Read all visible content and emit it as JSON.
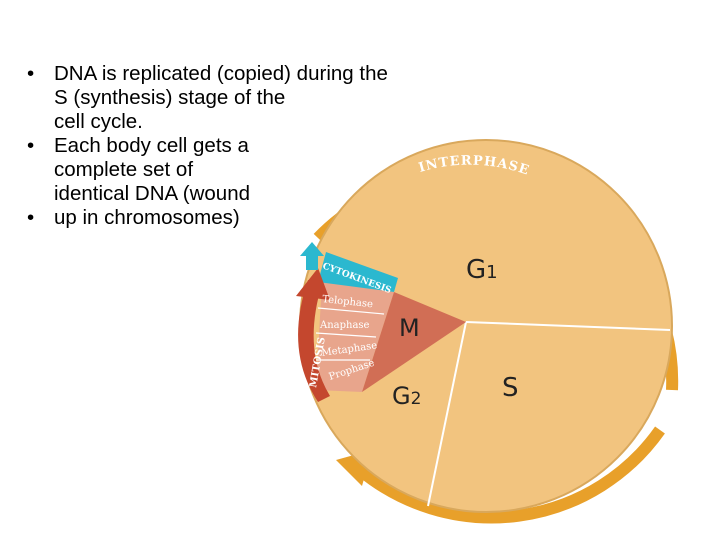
{
  "bullets": [
    "DNA is replicated (copied) during the S (synthesis) stage of the cell cycle.",
    "Each body cell gets a complete set of identical DNA (wound",
    "up in chromosomes)"
  ],
  "bullet_lines": [
    [
      "DNA is replicated (copied) during the",
      "S (synthesis) stage of the",
      "cell cycle."
    ],
    [
      "Each body cell gets a",
      "complete set of",
      "identical DNA (wound"
    ],
    [
      "up in chromosomes)"
    ]
  ],
  "bullet_symbol": "•",
  "cycle": {
    "interphase": "INTERPHASE",
    "g1": "G",
    "g1_sub": "1",
    "s": "S",
    "g2": "G",
    "g2_sub": "2",
    "m": "M",
    "cytokinesis": "CYTOKINESIS",
    "mitosis": "MITOSIS",
    "phases": [
      "Telophase",
      "Anaphase",
      "Metaphase",
      "Prophase"
    ]
  },
  "colors": {
    "cell_fill": "#f2c47f",
    "cell_stroke": "#d9a85c",
    "interphase_arrow": "#e8a02a",
    "m_fill": "#d16e55",
    "phase_band": "#e8a58c",
    "mitosis_arrow": "#c4472e",
    "cytokinesis": "#2bb8cf",
    "label_text": "#222222"
  }
}
